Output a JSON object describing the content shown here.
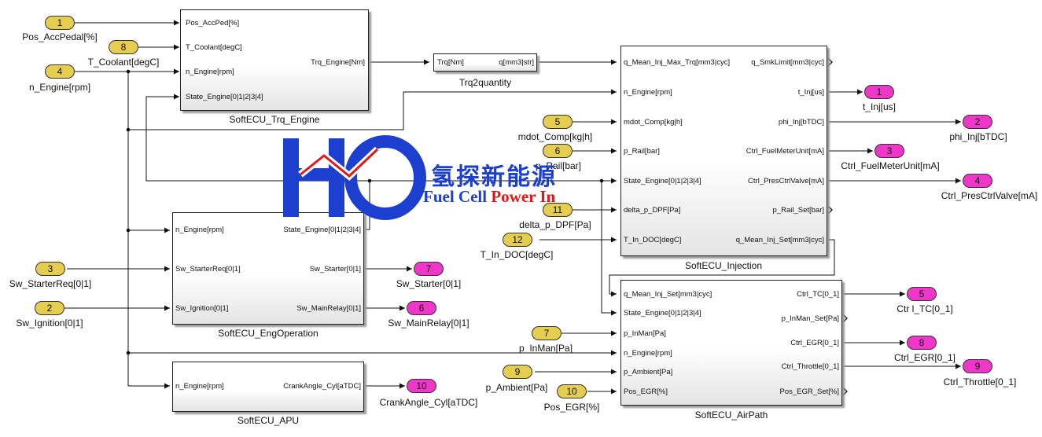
{
  "watermark": {
    "cn_text": "氢探新能源",
    "en_text_blue": "Fuel Cell",
    "en_text_red": "Power In",
    "colors": {
      "blue": "#1d3fd0",
      "red": "#e01818"
    }
  },
  "inports": [
    {
      "num": "1",
      "label": "Pos_AccPedal[%]"
    },
    {
      "num": "8",
      "label": "T_Coolant[degC]"
    },
    {
      "num": "4",
      "label": "n_Engine[rpm]"
    },
    {
      "num": "3",
      "label": "Sw_StarterReq[0|1]"
    },
    {
      "num": "2",
      "label": "Sw_Ignition[0|1]"
    },
    {
      "num": "5",
      "label": "mdot_Comp[kg|h]"
    },
    {
      "num": "6",
      "label": "p_Rail[bar]"
    },
    {
      "num": "11",
      "label": "delta_p_DPF[Pa]"
    },
    {
      "num": "12",
      "label": "T_In_DOC[degC]"
    },
    {
      "num": "7",
      "label": "p_InMan[Pa]"
    },
    {
      "num": "9",
      "label": "p_Ambient[Pa]"
    },
    {
      "num": "10",
      "label": "Pos_EGR[%]"
    }
  ],
  "outports": [
    {
      "num": "7",
      "label": "Sw_Starter[0|1]"
    },
    {
      "num": "6",
      "label": "Sw_MainRelay[0|1]"
    },
    {
      "num": "10",
      "label": "CrankAngle_Cyl[aTDC]"
    },
    {
      "num": "1",
      "label": "t_Inj[us]"
    },
    {
      "num": "2",
      "label": "phi_Inj[bTDC]"
    },
    {
      "num": "3",
      "label": "Ctrl_FuelMeterUnit[mA]"
    },
    {
      "num": "4",
      "label": "Ctrl_PresCtrlValve[mA]"
    },
    {
      "num": "5",
      "label": "Ctr l_TC[0_1]"
    },
    {
      "num": "8",
      "label": "Ctrl_EGR[0_1]"
    },
    {
      "num": "9",
      "label": "Ctrl_Throttle[0_1]"
    }
  ],
  "blocks": {
    "trq_engine": {
      "name": "SoftECU_Trq_Engine",
      "inputs": [
        "Pos_AccPed[%]",
        "T_Coolant[degC]",
        "n_Engine[rpm]",
        "State_Engine[0|1|2|3|4]"
      ],
      "outputs": [
        "Trq_Engine[Nm]"
      ]
    },
    "trq2quantity": {
      "name": "Trq2quantity",
      "inputs": [
        "Trq[Nm]"
      ],
      "outputs": [
        "q[mm3|str]"
      ]
    },
    "injection": {
      "name": "SoftECU_Injection",
      "inputs": [
        "q_Mean_Inj_Max_Trq[mm3|cyc]",
        "n_Engine[rpm]",
        "mdot_Comp[kg|h]",
        "p_Rail[bar]",
        "State_Engine[0|1|2|3|4]",
        "delta_p_DPF[Pa]",
        "T_In_DOC[degC]"
      ],
      "outputs": [
        "q_SmkLimit[mm3|cyc]",
        "t_Inj[us]",
        "phi_Inj[bTDC]",
        "Ctrl_FuelMeterUnit[mA]",
        "Ctrl_PresCtrlValve[mA]",
        "p_Rail_Set[bar]",
        "q_Mean_Inj_Set[mm3|cyc]"
      ]
    },
    "engoperation": {
      "name": "SoftECU_EngOperation",
      "inputs": [
        "n_Engine[rpm]",
        "Sw_StarterReq[0|1]",
        "Sw_Ignition[0|1]"
      ],
      "outputs": [
        "State_Engine[0|1|2|3|4]",
        "Sw_Starter[0|1]",
        "Sw_MainRelay[0|1]"
      ]
    },
    "apu": {
      "name": "SoftECU_APU",
      "inputs": [
        "n_Engine[rpm]"
      ],
      "outputs": [
        "CrankAngle_Cyl[aTDC]"
      ]
    },
    "airpath": {
      "name": "SoftECU_AirPath",
      "inputs": [
        "q_Mean_Inj_Set[mm3|cyc]",
        "State_Engine[0|1|2|3|4]",
        "p_InMan[Pa]",
        "n_Engine[rpm]",
        "p_Ambient[Pa]",
        "Pos_EGR[%]"
      ],
      "outputs": [
        "Ctrl_TC[0_1]",
        "p_InMan_Set[Pa]",
        "Ctrl_EGR[0_1]",
        "Ctrl_Throttle[0_1]",
        "Pos_EGR_Set[%]"
      ]
    }
  }
}
